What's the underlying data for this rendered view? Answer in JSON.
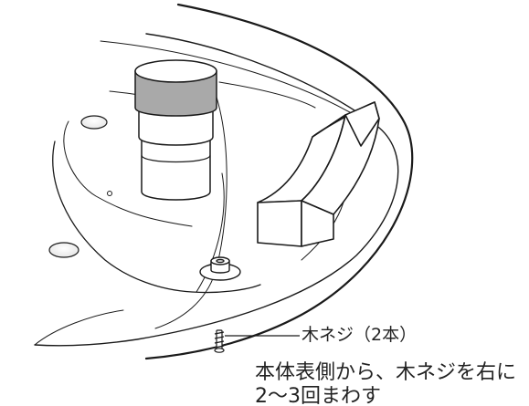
{
  "annotations": {
    "screw_label": "木ネジ（2本）",
    "instruction_line1": "本体表側から、木ネジを右に",
    "instruction_line2": "2〜3回まわす"
  },
  "colors": {
    "line": "#1a1a1a",
    "knob_band": "#a9a9a9",
    "background": "#ffffff"
  },
  "icons": [
    "knob",
    "spacer-block",
    "nut-boss",
    "wood-screw"
  ]
}
